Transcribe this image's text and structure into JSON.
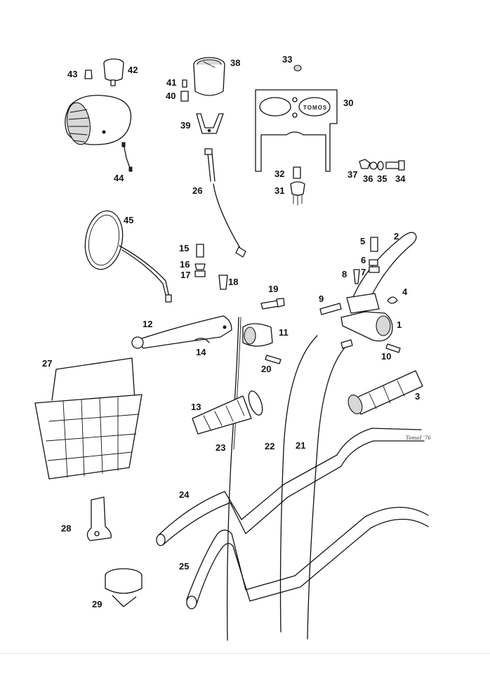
{
  "diagram": {
    "brand_mark": "TOMOS",
    "signature": "Tomaž '76",
    "callouts": {
      "p1": "1",
      "p2": "2",
      "p3": "3",
      "p4": "4",
      "p5": "5",
      "p6": "6",
      "p7": "7",
      "p8": "8",
      "p9": "9",
      "p10": "10",
      "p11": "11",
      "p12": "12",
      "p13": "13",
      "p14": "14",
      "p15": "15",
      "p16": "16",
      "p17": "17",
      "p18": "18",
      "p19": "19",
      "p20": "20",
      "p21": "21",
      "p22": "22",
      "p23": "23",
      "p24": "24",
      "p25": "25",
      "p26": "26",
      "p27": "27",
      "p28": "28",
      "p29": "29",
      "p30": "30",
      "p31": "31",
      "p32": "32",
      "p33": "33",
      "p34": "34",
      "p35": "35",
      "p36": "36",
      "p37": "37",
      "p38": "38",
      "p39": "39",
      "p40": "40",
      "p41": "41",
      "p42": "42",
      "p43": "43",
      "p44": "44",
      "p45": "45"
    }
  }
}
